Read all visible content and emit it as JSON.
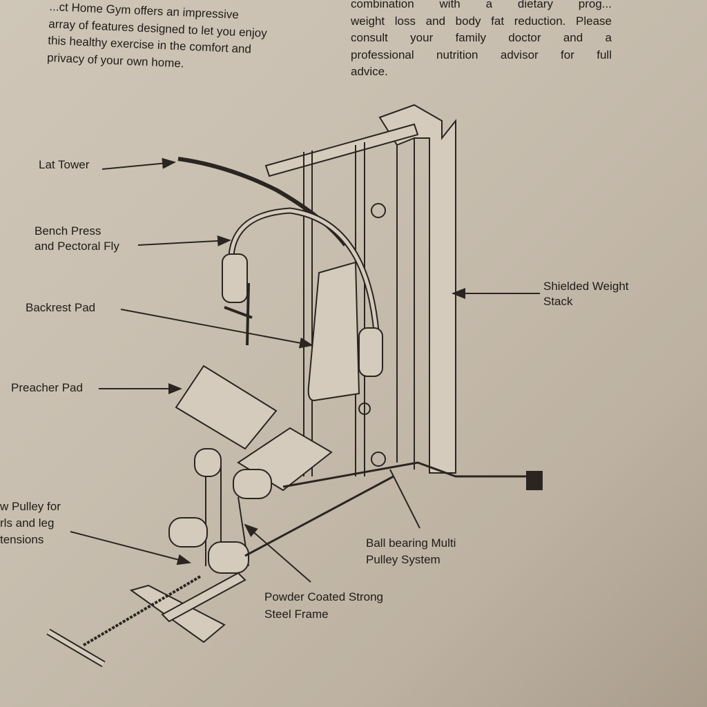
{
  "intro_left": [
    "...ct Home Gym offers an impressive",
    "array of features designed to let you enjoy",
    "this healthy exercise in the comfort and",
    "privacy of your own home."
  ],
  "intro_right": [
    "combination with a dietary prog...",
    "weight loss and body fat reduction. Please",
    "consult your family doctor and a",
    "professional nutrition advisor for full",
    "advice."
  ],
  "labels": {
    "lat_tower": "Lat Tower",
    "bench_press": [
      "Bench Press",
      "and Pectoral Fly"
    ],
    "backrest": "Backrest Pad",
    "preacher": "Preacher Pad",
    "low_pulley": [
      "w Pulley for",
      "rls and leg",
      "tensions"
    ],
    "weight_stack": [
      "Shielded Weight",
      "Stack"
    ],
    "ball_bearing": [
      "Ball bearing Multi",
      "Pulley System"
    ],
    "frame": [
      "Powder Coated Strong",
      "Steel Frame"
    ]
  }
}
